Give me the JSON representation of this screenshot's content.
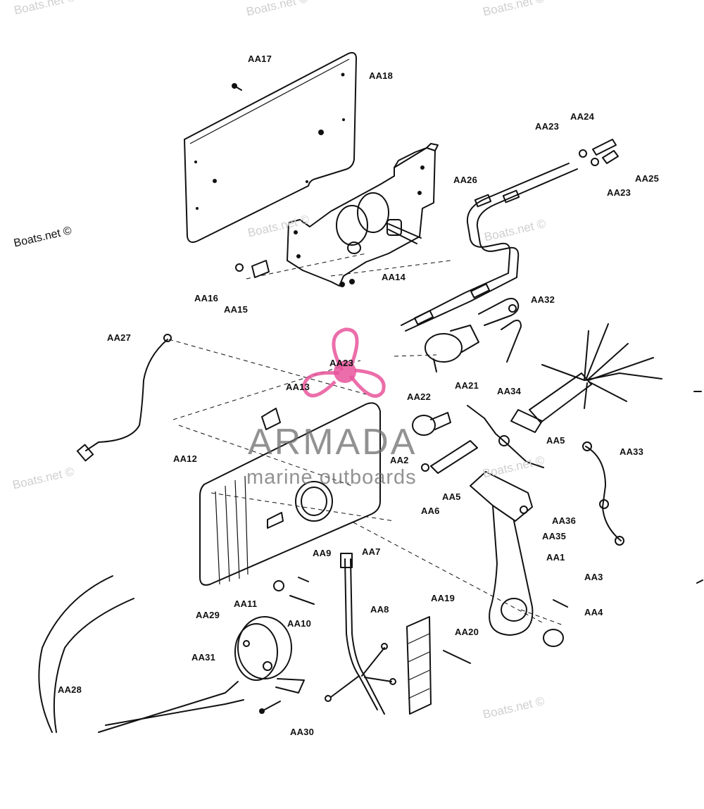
{
  "watermarks": {
    "primary": "Boats.net ©",
    "faint": [
      "Boats.net ©",
      "Boats.net ©",
      "Boats.net ©",
      "Boats.net ©",
      "Boats.net ©",
      "Boats.net ©",
      "Boats.net ©",
      "Boats.net ©"
    ]
  },
  "brand": {
    "name": "ARMADA",
    "tagline": "marine outboards",
    "logo_color": "#e8559b",
    "text_color": "#6e6e6e"
  },
  "parts": [
    "AA17",
    "AA18",
    "AA24",
    "AA23",
    "AA25",
    "AA23",
    "AA26",
    "AA14",
    "AA16",
    "AA15",
    "AA32",
    "AA27",
    "AA23",
    "AA13",
    "AA21",
    "AA22",
    "AA34",
    "AA5",
    "AA12",
    "AA2",
    "AA33",
    "AA5",
    "AA6",
    "AA36",
    "AA35",
    "AA9",
    "AA7",
    "AA1",
    "AA3",
    "AA11",
    "AA10",
    "AA8",
    "AA19",
    "AA29",
    "AA4",
    "AA20",
    "AA31",
    "AA28",
    "AA30"
  ]
}
